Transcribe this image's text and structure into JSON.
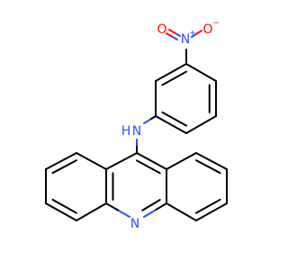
{
  "molecule": {
    "atom_labels": {
      "nitro_n": "N",
      "nitro_n_charge": "+",
      "nitro_o_left": "O",
      "nitro_o_right": "O",
      "nitro_o_right_charge": "−",
      "amine_n": "N",
      "amine_h": "H",
      "acridine_n": "N"
    },
    "colors": {
      "bond": "#000000",
      "nitrogen": "#3050F8",
      "oxygen": "#FF0D0D",
      "background": "#FFFFFF"
    }
  }
}
